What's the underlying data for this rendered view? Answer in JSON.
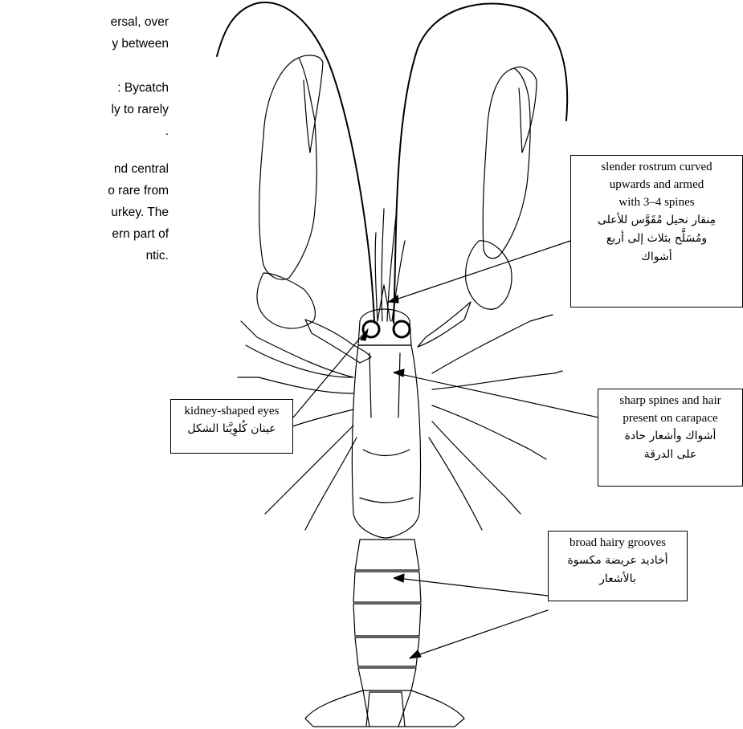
{
  "side_text": {
    "paragraphs": [
      [
        "ersal, over",
        "y between"
      ],
      [
        ": Bycatch",
        "ly to rarely",
        "."
      ],
      [
        "nd central",
        "o rare from",
        "urkey. The",
        "ern part of",
        "ntic."
      ]
    ]
  },
  "labels": {
    "rostrum": {
      "en": [
        "slender rostrum curved",
        "upwards and armed",
        "with 3–4 spines"
      ],
      "ar": [
        "مِنقار نحيل مُقَوَّس للأعلى",
        "ومُسَلَّح بثلاث إلى أربع",
        "أشواك"
      ]
    },
    "eyes": {
      "en": [
        "kidney-shaped eyes"
      ],
      "ar": [
        "عينان كُلوِيَّتا الشكل"
      ]
    },
    "carapace": {
      "en": [
        "sharp spines and hair",
        "present on carapace"
      ],
      "ar": [
        "أشواك وأشعار حادة",
        "على الدرقة"
      ]
    },
    "grooves": {
      "en": [
        "broad hairy grooves"
      ],
      "ar": [
        "أخاديد عريضة مكسوة",
        "بالأشعار"
      ]
    }
  }
}
